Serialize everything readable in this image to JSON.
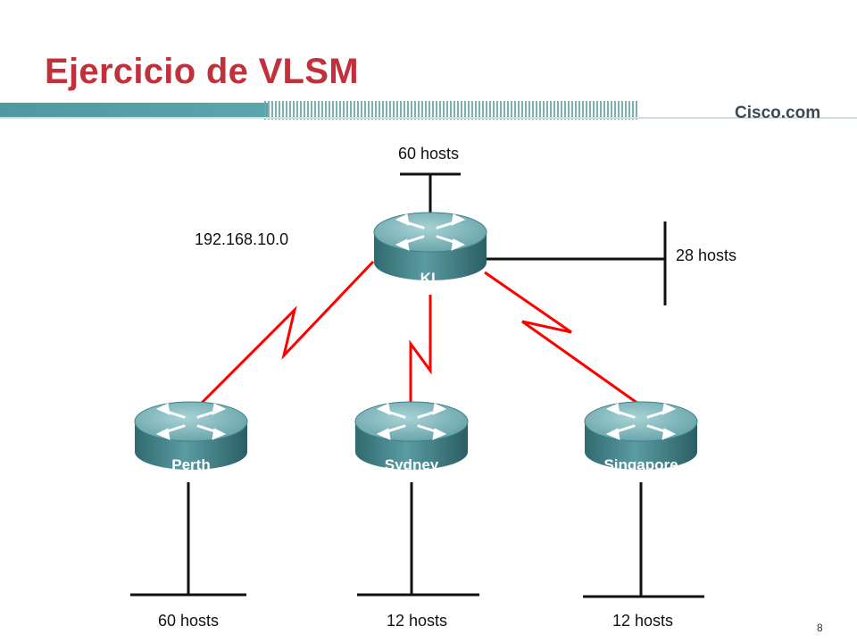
{
  "header": {
    "title": "Ejercicio de VLSM",
    "logo_text": "Cisco.com",
    "accent_color": "#c0313c",
    "banner_color": "#4e9aa0"
  },
  "diagram": {
    "network_address": "192.168.10.0",
    "link_color": "#ff0000",
    "router_color": "#4a8a90",
    "routers": [
      {
        "id": "kl",
        "name": "KL"
      },
      {
        "id": "perth",
        "name": "Perth"
      },
      {
        "id": "sydney",
        "name": "Sydney"
      },
      {
        "id": "singapore",
        "name": "Singapore"
      }
    ],
    "lans": {
      "kl_top": "60 hosts",
      "kl_right": "28 hosts",
      "perth": "60 hosts",
      "sydney": "12 hosts",
      "singapore": "12 hosts"
    }
  },
  "footer": {
    "page_number": "8"
  }
}
